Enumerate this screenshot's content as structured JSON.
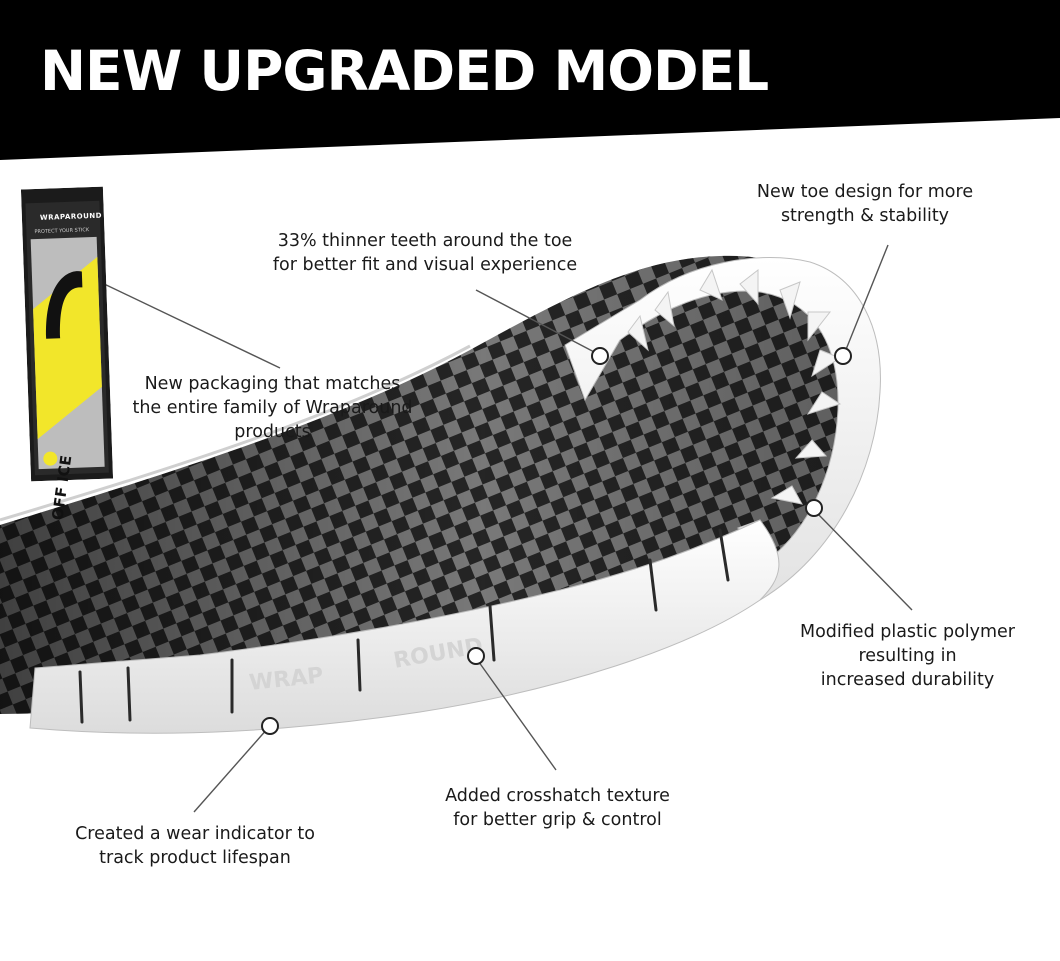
{
  "headline": "NEW UPGRADED MODEL",
  "package": {
    "brand": "WRAPAROUND",
    "tagline": "PROTECT YOUR STICK",
    "product_name": "OFF ICE"
  },
  "blade_marks": [
    "WRAP",
    "ROUND"
  ],
  "callouts": {
    "toe_design": [
      "New toe design for more",
      "strength & stability"
    ],
    "thinner_teeth": [
      "33% thinner teeth around the toe",
      "for better fit and visual experience"
    ],
    "packaging": [
      "New packaging that matches",
      "the entire family of Wraparound",
      "products"
    ],
    "polymer": [
      "Modified plastic polymer",
      "resulting in",
      "increased durability"
    ],
    "crosshatch": [
      "Added crosshatch texture",
      "for better grip & control"
    ],
    "wear_indicator": [
      "Created a wear indicator to",
      "track product lifespan"
    ]
  },
  "colors": {
    "banner": "#000000",
    "headline_text": "#ffffff",
    "guard": "#f2f2f2",
    "carbon_dark": "#2a2a2a",
    "carbon_light": "#9a9a9a",
    "package_accent": "#f2e62a",
    "leader_line": "#555555"
  }
}
